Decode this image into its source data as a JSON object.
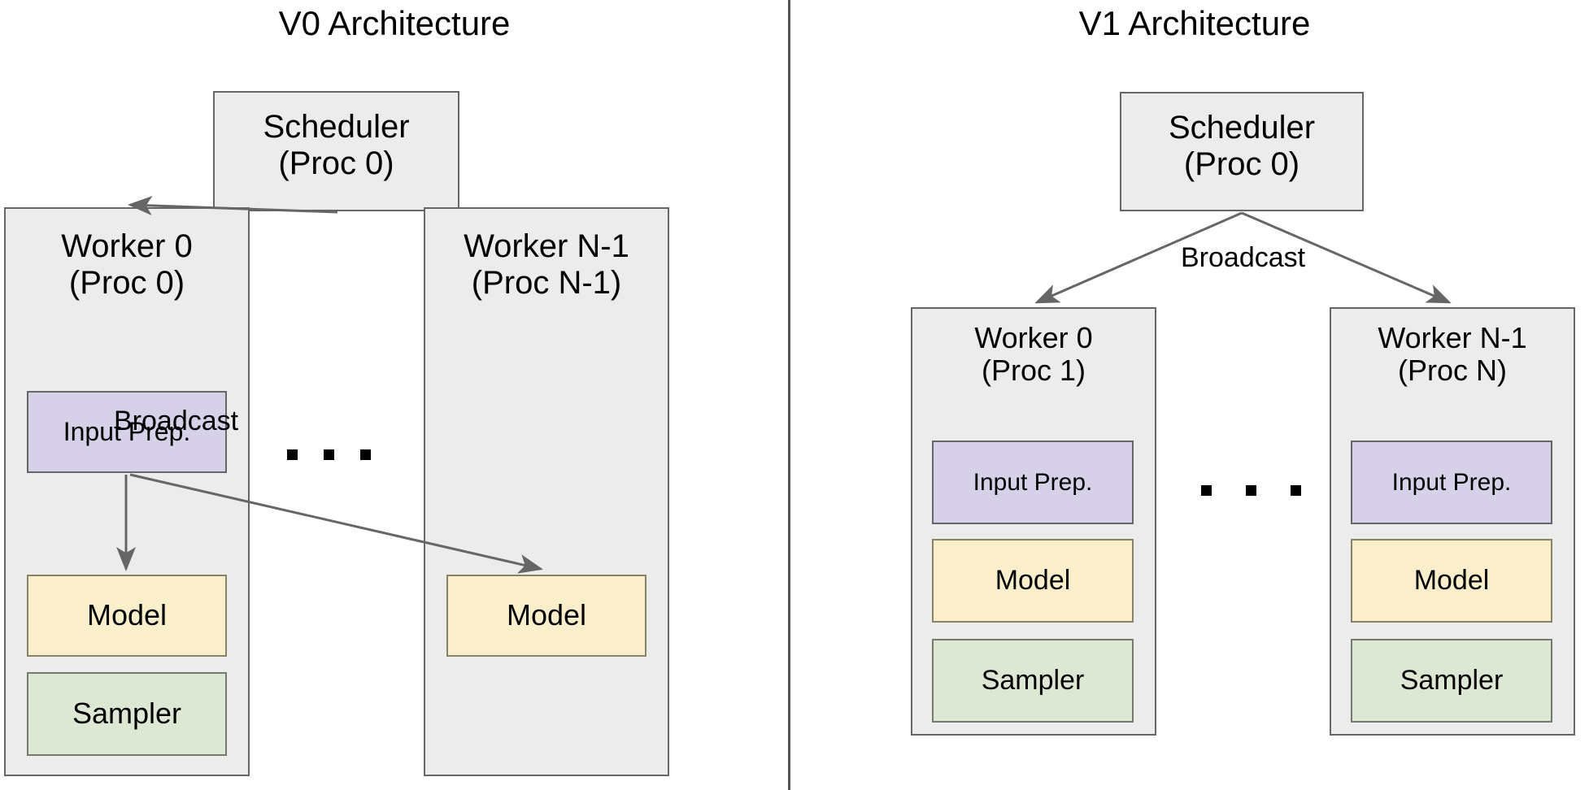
{
  "panels": [
    {
      "id": "v0",
      "title": "V0 Architecture",
      "scheduler": {
        "line1": "Scheduler",
        "line2": "(Proc 0)"
      },
      "workers": [
        {
          "line1": "Worker 0",
          "line2": "(Proc 0)",
          "components": [
            {
              "name": "Input Prep.",
              "color": "#d6d0e8"
            },
            {
              "name": "Model",
              "color": "#fbeecb"
            },
            {
              "name": "Sampler",
              "color": "#dce8d4"
            }
          ]
        },
        {
          "line1": "Worker N-1",
          "line2": "(Proc N-1)",
          "components": [
            {
              "name": "Model",
              "color": "#fbeecb"
            }
          ]
        }
      ],
      "edge_labels": [
        "Broadcast"
      ],
      "ellipsis": "..."
    },
    {
      "id": "v1",
      "title": "V1 Architecture",
      "scheduler": {
        "line1": "Scheduler",
        "line2": "(Proc 0)"
      },
      "workers": [
        {
          "line1": "Worker 0",
          "line2": "(Proc 1)",
          "components": [
            {
              "name": "Input Prep.",
              "color": "#d6d0e8"
            },
            {
              "name": "Model",
              "color": "#fbeecb"
            },
            {
              "name": "Sampler",
              "color": "#dce8d4"
            }
          ]
        },
        {
          "line1": "Worker N-1",
          "line2": "(Proc N)",
          "components": [
            {
              "name": "Input Prep.",
              "color": "#d6d0e8"
            },
            {
              "name": "Model",
              "color": "#fbeecb"
            },
            {
              "name": "Sampler",
              "color": "#dce8d4"
            }
          ]
        }
      ],
      "edge_labels": [
        "Broadcast"
      ],
      "ellipsis": "..."
    }
  ],
  "colors": {
    "container_fill": "#ececec",
    "container_stroke": "#666666",
    "input_prep_fill": "#d6d0e8",
    "model_fill": "#fbeecb",
    "sampler_fill": "#dce8d4",
    "arrow_stroke": "#666666",
    "divider": "#555555",
    "background": "#ffffff",
    "text": "#000000"
  }
}
